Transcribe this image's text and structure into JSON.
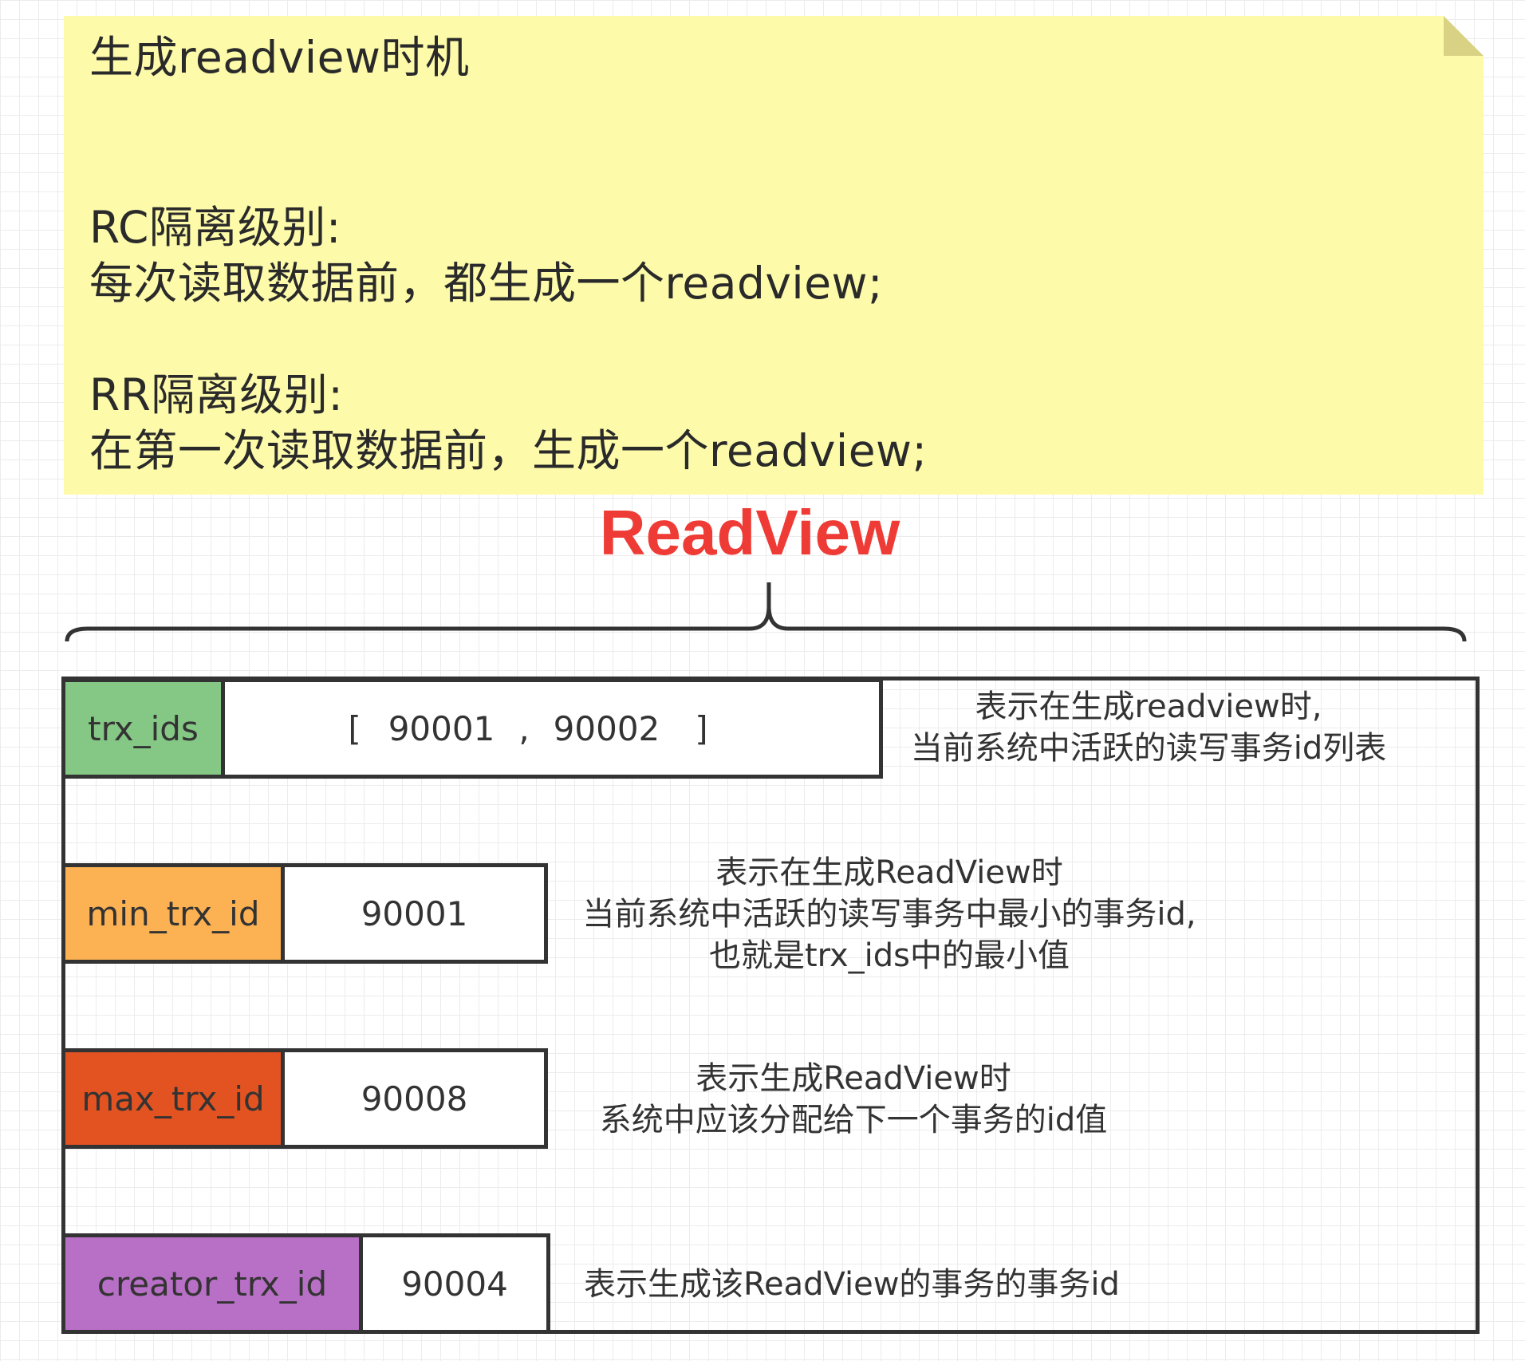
{
  "note": {
    "title": "生成readview时机",
    "rc_heading": "RC隔离级别:",
    "rc_text": "每次读取数据前，都生成一个readview;",
    "rr_heading": "RR隔离级别:",
    "rr_text": "在第一次读取数据前，生成一个readview;"
  },
  "diagram": {
    "title": "ReadView",
    "title_color": "#ef3b36",
    "fields": [
      {
        "name": "trx_ids",
        "value_open": "[",
        "values": [
          "90001",
          "90002"
        ],
        "value_sep": ",",
        "value_close": "]",
        "color": "#85c785",
        "description": [
          "表示在生成readview时,",
          "当前系统中活跃的读写事务id列表"
        ]
      },
      {
        "name": "min_trx_id",
        "value": "90001",
        "color": "#fcb152",
        "description": [
          "表示在生成ReadView时",
          "当前系统中活跃的读写事务中最小的事务id,",
          "也就是trx_ids中的最小值"
        ]
      },
      {
        "name": "max_trx_id",
        "value": "90008",
        "color": "#e35321",
        "description": [
          "表示生成ReadView时",
          "系统中应该分配给下一个事务的id值"
        ]
      },
      {
        "name": "creator_trx_id",
        "value": "90004",
        "color": "#b86fc6",
        "description": [
          "表示生成该ReadView的事务的事务id"
        ]
      }
    ]
  }
}
